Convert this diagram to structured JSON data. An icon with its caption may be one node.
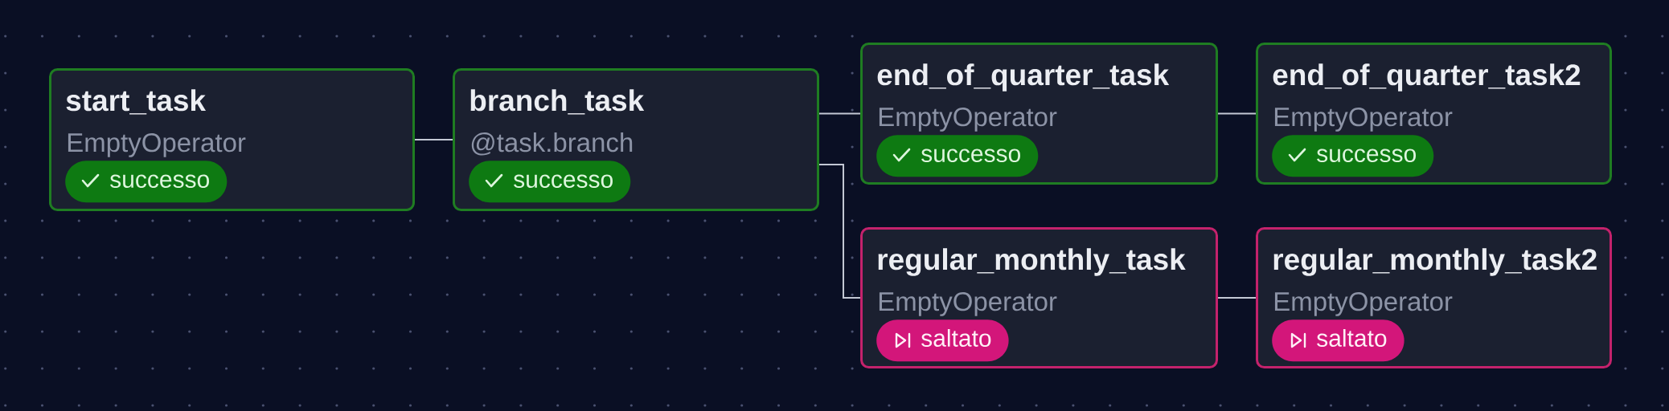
{
  "diagram": {
    "nodes": [
      {
        "text": [
          "start_task",
          "EmptyOperator"
        ]
      },
      {
        "text": [
          "successo"
        ],
        "in": 0
      },
      {
        "text": [
          "branch_task",
          "@task.branch"
        ]
      },
      {
        "text": [
          "successo"
        ],
        "in": 2
      },
      {
        "text": [
          "end_of_quarter_task",
          "EmptyOperator"
        ]
      },
      {
        "text": [
          "successo"
        ],
        "in": 4
      },
      {
        "text": [
          "end_of_quarter_task2",
          "EmptyOperator"
        ]
      },
      {
        "text": [
          "successo"
        ],
        "in": 6
      },
      {
        "text": [
          "regular_monthly_task",
          "EmptyOperator"
        ]
      },
      {
        "text": [
          "saltato"
        ],
        "in": 8
      },
      {
        "text": [
          "regular_monthly_task2",
          "EmptyOperator"
        ]
      },
      {
        "text": [
          "saltato"
        ],
        "in": 10
      }
    ],
    "edges": [
      {
        "from": 0,
        "to": 2,
        "arrow": "none"
      },
      {
        "from": 2,
        "to": 4,
        "arrow": "none"
      },
      {
        "from": 2,
        "to": 8,
        "arrow": "none"
      },
      {
        "from": 4,
        "to": 6,
        "arrow": "none"
      },
      {
        "from": 8,
        "to": 10,
        "arrow": "none"
      }
    ]
  }
}
